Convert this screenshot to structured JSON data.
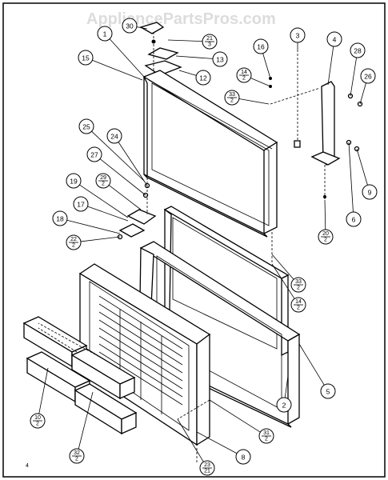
{
  "watermark": "AppliancePartsPros.com",
  "page_mark": "4",
  "callouts": [
    {
      "id": "1",
      "type": "single",
      "text": "1"
    },
    {
      "id": "15",
      "type": "single",
      "text": "15"
    },
    {
      "id": "30",
      "type": "single",
      "text": "30"
    },
    {
      "id": "21_3",
      "type": "fraction",
      "num": "21",
      "den": "3"
    },
    {
      "id": "13",
      "type": "single",
      "text": "13"
    },
    {
      "id": "12",
      "type": "single",
      "text": "12"
    },
    {
      "id": "16",
      "type": "single",
      "text": "16"
    },
    {
      "id": "3",
      "type": "single",
      "text": "3"
    },
    {
      "id": "4",
      "type": "single",
      "text": "4"
    },
    {
      "id": "28",
      "type": "single",
      "text": "28"
    },
    {
      "id": "26",
      "type": "single",
      "text": "26"
    },
    {
      "id": "14_2a",
      "type": "fraction",
      "num": "14",
      "den": "2"
    },
    {
      "id": "33_2a",
      "type": "fraction",
      "num": "33",
      "den": "2"
    },
    {
      "id": "25",
      "type": "single",
      "text": "25"
    },
    {
      "id": "24",
      "type": "single",
      "text": "24"
    },
    {
      "id": "27",
      "type": "single",
      "text": "27"
    },
    {
      "id": "29_2",
      "type": "fraction",
      "num": "29",
      "den": "2"
    },
    {
      "id": "19",
      "type": "single",
      "text": "19"
    },
    {
      "id": "17",
      "type": "single",
      "text": "17"
    },
    {
      "id": "18",
      "type": "single",
      "text": "18"
    },
    {
      "id": "22_2",
      "type": "fraction",
      "num": "22",
      "den": "2"
    },
    {
      "id": "9",
      "type": "single",
      "text": "9"
    },
    {
      "id": "6a",
      "type": "single",
      "text": "6"
    },
    {
      "id": "20_2",
      "type": "fraction",
      "num": "20",
      "den": "2"
    },
    {
      "id": "33_2b",
      "type": "fraction",
      "num": "33",
      "den": "2"
    },
    {
      "id": "14_2b",
      "type": "fraction",
      "num": "14",
      "den": "2"
    },
    {
      "id": "5",
      "type": "single",
      "text": "5"
    },
    {
      "id": "2",
      "type": "single",
      "text": "2"
    },
    {
      "id": "31_2",
      "type": "fraction",
      "num": "31",
      "den": "2"
    },
    {
      "id": "8",
      "type": "single",
      "text": "8"
    },
    {
      "id": "10_2",
      "type": "fraction",
      "num": "10",
      "den": "2"
    },
    {
      "id": "32_2",
      "type": "fraction",
      "num": "32",
      "den": "2"
    },
    {
      "id": "23_21",
      "type": "fraction",
      "num": "23",
      "den": "21"
    }
  ]
}
